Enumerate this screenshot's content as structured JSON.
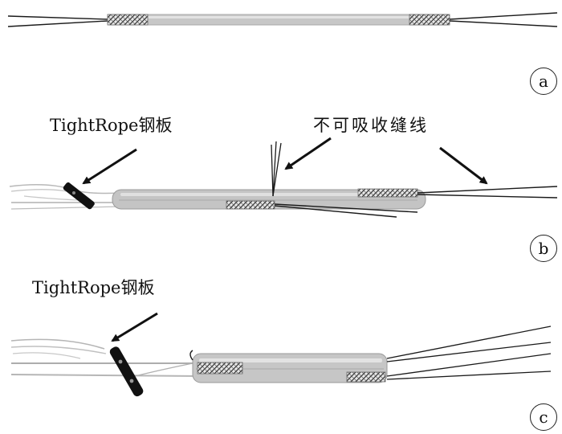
{
  "panels": [
    {
      "id": "a",
      "label": "a"
    },
    {
      "id": "b",
      "label": "b"
    },
    {
      "id": "c",
      "label": "c"
    }
  ],
  "annotations": {
    "tightrope_plate_b": "TightRope钢板",
    "absorbable_suture": "不可吸收缝线",
    "tightrope_plate_c": "TightRope钢板"
  },
  "colors": {
    "tube": "#c4c4c4",
    "tube_edge": "#9a9a9a",
    "suture": "#1a1a1a",
    "thread": "#b8b8b8",
    "plate": "#111111",
    "coil": "#555555"
  }
}
